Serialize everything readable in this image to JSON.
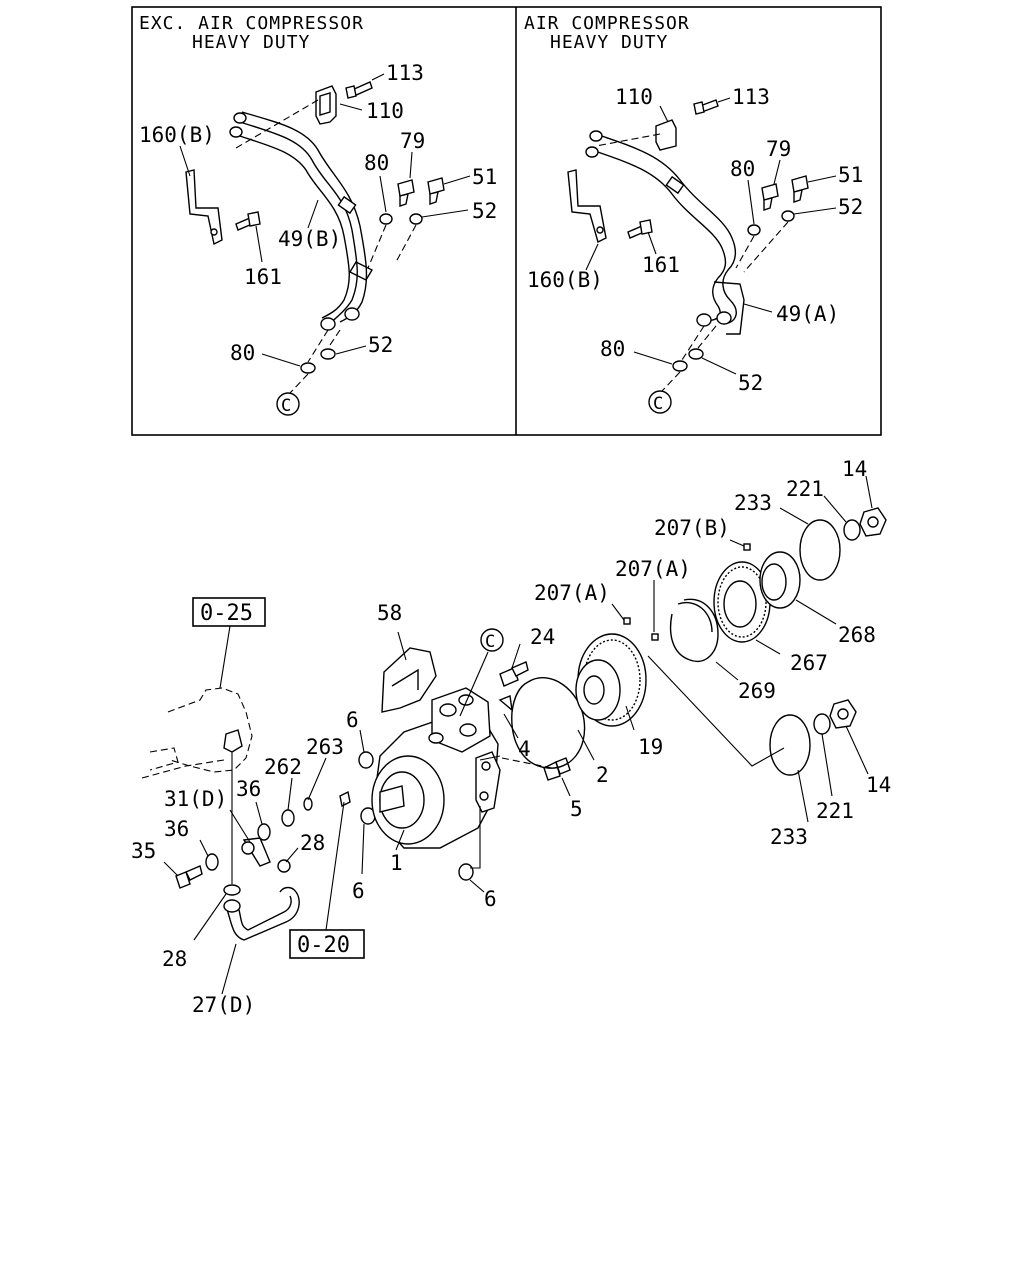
{
  "panels": {
    "left_title_line1": "EXC. AIR COMPRESSOR",
    "left_title_line2": "HEAVY DUTY",
    "right_title_line1": "AIR COMPRESSOR",
    "right_title_line2": "HEAVY DUTY"
  },
  "left_labels": {
    "p113": "113",
    "p110": "110",
    "p160b": "160(B)",
    "p79": "79",
    "p80a": "80",
    "p51": "51",
    "p52a": "52",
    "p49b": "49(B)",
    "p161": "161",
    "p80b": "80",
    "p52b": "52",
    "pc": "C"
  },
  "right_labels": {
    "p110": "110",
    "p113": "113",
    "p79": "79",
    "p80a": "80",
    "p51": "51",
    "p52a": "52",
    "p161": "161",
    "p160b": "160(B)",
    "p49a": "49(A)",
    "p80b": "80",
    "p52b": "52",
    "pc": "C"
  },
  "main_labels": {
    "p14a": "14",
    "p221a": "221",
    "p233a": "233",
    "p207b": "207(B)",
    "p207a1": "207(A)",
    "p207a2": "207(A)",
    "p268": "268",
    "p267": "267",
    "p269": "269",
    "p58": "58",
    "pc": "C",
    "p24": "24",
    "p19": "19",
    "p6a": "6",
    "p4": "4",
    "p2": "2",
    "p263": "263",
    "p262": "262",
    "p5": "5",
    "p31d": "31(D)",
    "p36a": "36",
    "p36b": "36",
    "p35": "35",
    "p28a": "28",
    "p1": "1",
    "p6b": "6",
    "p6c": "6",
    "p28b": "28",
    "p27d": "27(D)",
    "p14b": "14",
    "p221b": "221",
    "p233b": "233"
  },
  "refs": {
    "r025": "0-25",
    "r020": "0-20"
  }
}
